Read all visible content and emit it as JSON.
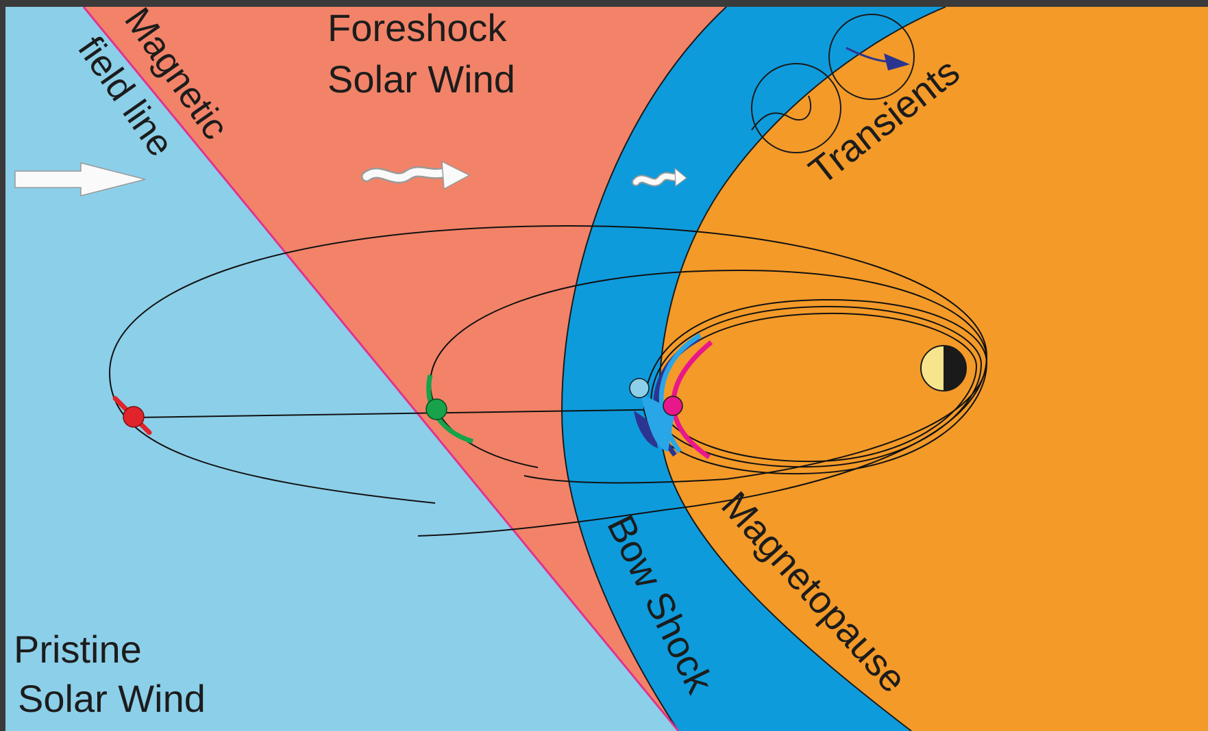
{
  "labels": {
    "magnetic": "Magnetic",
    "field_line": "field line",
    "foreshock_1": "Foreshock",
    "foreshock_2": "Solar Wind",
    "transients": "Transients",
    "pristine_1": "Pristine",
    "pristine_2": "Solar Wind",
    "bow_shock": "Bow Shock",
    "magnetopause": "Magnetopause"
  },
  "colors": {
    "frame": "#3a3a3a",
    "pristine_solar_wind": "#8ccfe9",
    "foreshock_solar_wind": "#f28368",
    "magnetosheath": "#0e9bdc",
    "magnetosphere": "#f39a29",
    "field_line": "#e0338f",
    "spacecraft_red": "#e0242a",
    "spacecraft_green": "#16a34a",
    "spacecraft_lightblue": "#29a6e8",
    "spacecraft_darkblue": "#2b3590",
    "spacecraft_magenta": "#e8178a",
    "earth_day": "#f6e58c",
    "earth_night": "#1a1a1a"
  },
  "icons": [
    "solar-wind-arrow-icon",
    "wavy-arrow-icon",
    "earth-icon",
    "spacecraft-icon"
  ]
}
